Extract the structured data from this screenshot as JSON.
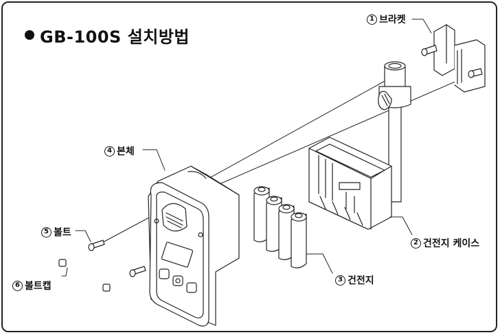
{
  "title": "GB-100S 설치방법",
  "parts": [
    {
      "num": "1",
      "label": "브라켓"
    },
    {
      "num": "2",
      "label": "건전지 케이스"
    },
    {
      "num": "3",
      "label": "건전지"
    },
    {
      "num": "4",
      "label": "본체"
    },
    {
      "num": "5",
      "label": "볼트"
    },
    {
      "num": "6",
      "label": "볼트캡"
    }
  ]
}
